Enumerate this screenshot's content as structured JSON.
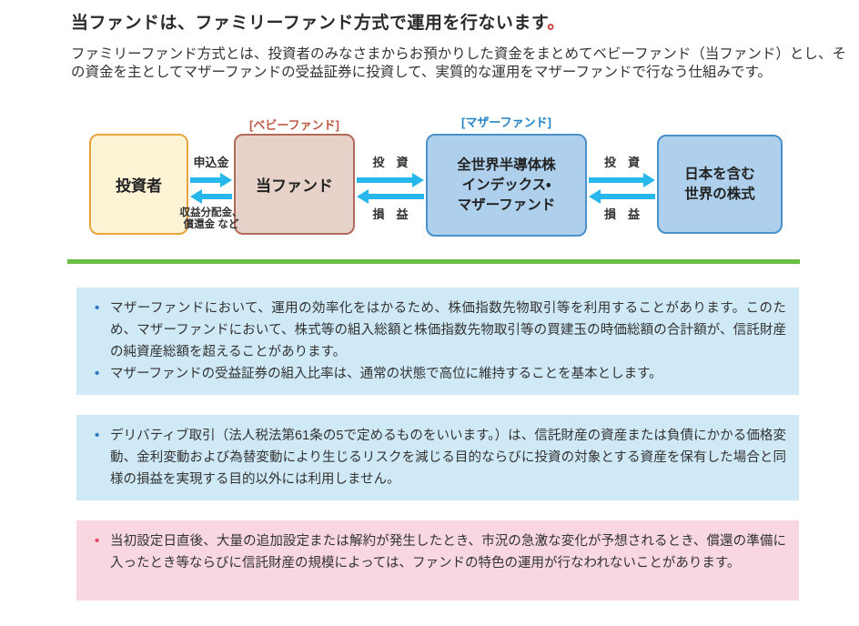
{
  "title": {
    "main": "当ファンドは、ファミリーファンド方式で運用を行ないます",
    "period": "。"
  },
  "intro": "ファミリーファンド方式とは、投資者のみなさまからお預かりした資金をまとめてベビーファンド（当ファンド）とし、その資金を主としてマザーファンドの受益証券に投資して、実質的な運用をマザーファンドで行なう仕組みです。",
  "diagram": {
    "baby_fund_label": "[ベビーファンド]",
    "mother_fund_label": "[マザーファンド]",
    "boxes": {
      "investor": "投資者",
      "this_fund": "当ファンド",
      "mother_fund_line1": "全世界半導体株",
      "mother_fund_line2": "インデックス・",
      "mother_fund_line3": "マザーファンド",
      "world_stocks_line1": "日本を含む",
      "world_stocks_line2": "世界の株式"
    },
    "flows": {
      "application": "申込金",
      "distribution_line1": "収益分配金、",
      "distribution_line2": "償還金 など",
      "investment": "投　資",
      "profit_loss": "損　益"
    }
  },
  "ui": {
    "bullet": "•"
  },
  "notes": {
    "box1_items": [
      "マザーファンドにおいて、運用の効率化をはかるため、株価指数先物取引等を利用することがあります。このため、マザーファンドにおいて、株式等の組入総額と株価指数先物取引等の買建玉の時価総額の合計額が、信託財産の純資産総額を超えることがあります。",
      "マザーファンドの受益証券の組入比率は、通常の状態で高位に維持することを基本とします。"
    ],
    "box2_items": [
      "デリバティブ取引（法人税法第61条の5で定めるものをいいます。）は、信託財産の資産または負債にかかる価格変動、金利変動および為替変動により生じるリスクを減じる目的ならびに投資の対象とする資産を保有した場合と同様の損益を実現する目的以外には利用しません。"
    ],
    "box3_items": [
      "当初設定日直後、大量の追加設定または解約が発生したとき、市況の急激な変化が予想されるとき、償還の準備に入ったとき等ならびに信託財産の規模によっては、ファンドの特色の運用が行なわれないことがあります。"
    ]
  },
  "colors": {
    "title_period_red": "#d23a3a",
    "arrow_cyan": "#27b7ea",
    "divider_green": "#6abd46",
    "investor_fill": "#fdf3d5",
    "investor_border": "#eaa43e",
    "fund_fill": "#e7d2c9",
    "fund_border": "#b26b5b",
    "mother_fill": "#aed0ec",
    "mother_border": "#4a90c9",
    "baby_label": "#bc5a48",
    "mother_label": "#2484c6",
    "note_blue_bg": "#cfe9f7",
    "note_pink_bg": "#f8d7e0",
    "bullet_blue": "#2e7cc0",
    "bullet_red": "#e24a68"
  }
}
